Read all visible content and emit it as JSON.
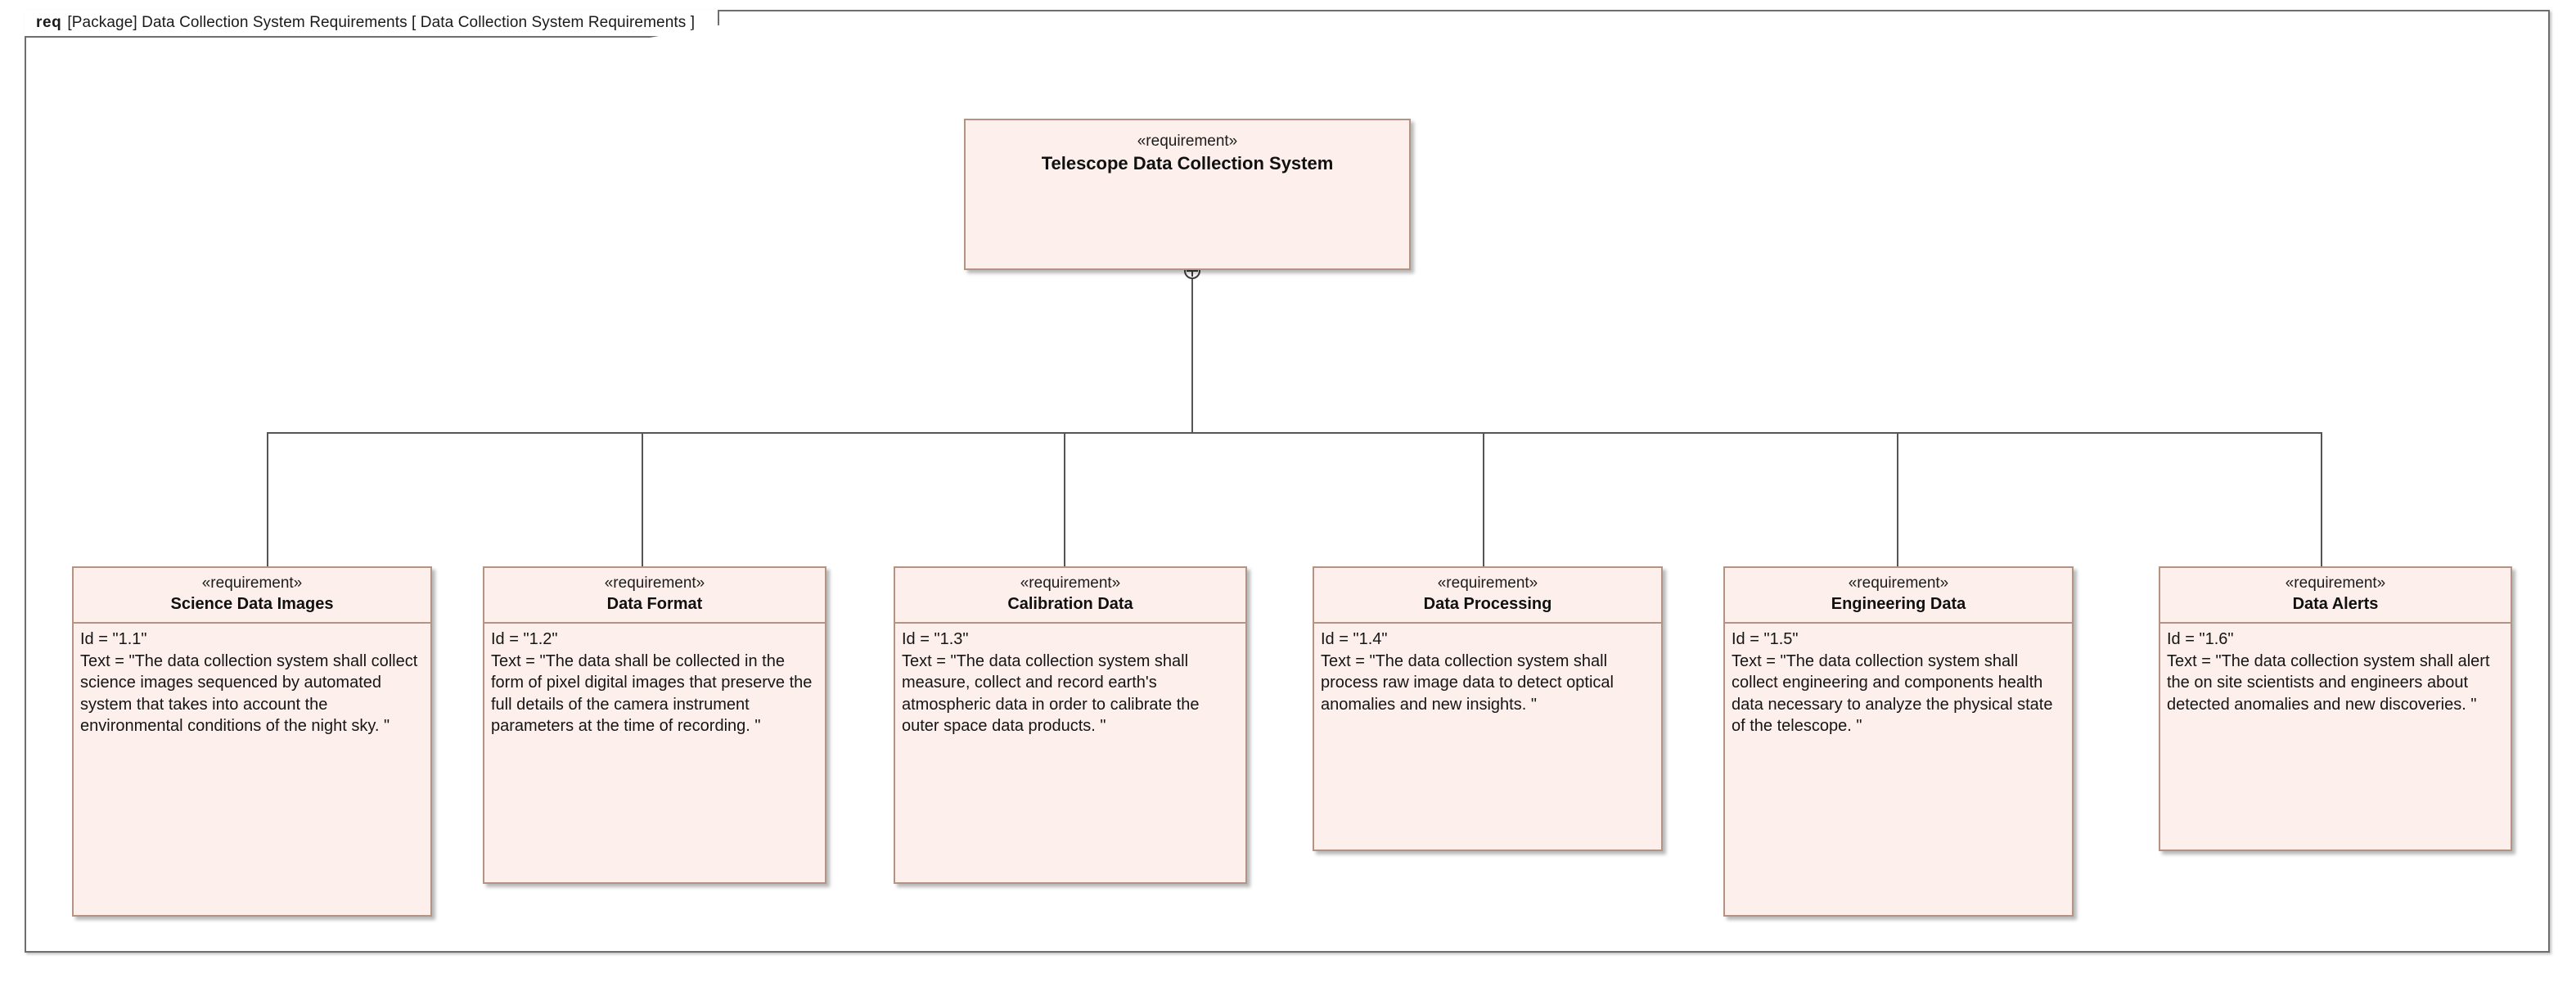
{
  "frame": {
    "kind": "req",
    "label": "[Package] Data Collection System Requirements [ Data Collection System Requirements ]"
  },
  "colors": {
    "block_fill": "#fdefeb",
    "block_border": "#b49383",
    "frame_border": "#6e6e6e",
    "connector": "#555555",
    "text": "#151515"
  },
  "icons": {
    "containment": "containment-crosshair-icon"
  },
  "root": {
    "stereotype": "«requirement»",
    "name": "Telescope Data Collection System"
  },
  "children": [
    {
      "stereotype": "«requirement»",
      "name": "Science Data Images",
      "id_attr": "Id = \"1.1\"",
      "text_attr": "Text = \"The data collection system shall collect science images sequenced by automated system that takes into account the environmental conditions of the night sky. \""
    },
    {
      "stereotype": "«requirement»",
      "name": "Data Format",
      "id_attr": "Id = \"1.2\"",
      "text_attr": "Text = \"The data shall be collected in the form of pixel digital images that preserve the full details of the camera instrument parameters at the time of recording. \""
    },
    {
      "stereotype": "«requirement»",
      "name": "Calibration Data",
      "id_attr": "Id = \"1.3\"",
      "text_attr": "Text = \"The data collection system shall measure, collect and record earth's atmospheric data in order to calibrate the outer space data products. \""
    },
    {
      "stereotype": "«requirement»",
      "name": "Data Processing",
      "id_attr": "Id = \"1.4\"",
      "text_attr": "Text = \"The data collection system shall process raw image data to detect optical anomalies and new insights. \""
    },
    {
      "stereotype": "«requirement»",
      "name": "Engineering Data",
      "id_attr": "Id = \"1.5\"",
      "text_attr": "Text = \"The data collection system shall collect engineering and components health data necessary to analyze the physical state of the telescope. \""
    },
    {
      "stereotype": "«requirement»",
      "name": "Data Alerts",
      "id_attr": "Id = \"1.6\"",
      "text_attr": "Text = \"The data collection system shall alert the on site scientists and engineers about detected anomalies and new discoveries. \""
    }
  ]
}
